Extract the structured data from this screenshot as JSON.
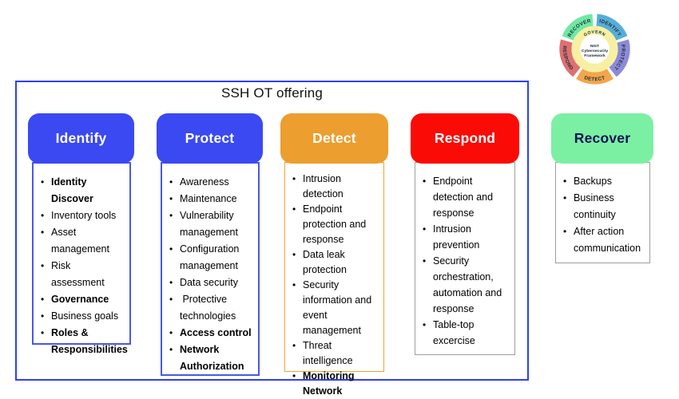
{
  "title": "SSH OT offering",
  "colors": {
    "frame_border": "#2E3FF1",
    "identify_protect_pill": "#3B49F2",
    "detect_pill": "#EC9E2F",
    "respond_pill": "#FA0B06",
    "recover_pill": "#7BF0A3",
    "recover_pill_text": "#13135B",
    "blue_box_border": "#4A58E8",
    "orange_box_border": "#EFA33B",
    "gray_box_border": "#9E9E9E"
  },
  "columns": [
    {
      "header": "Identify",
      "items": [
        {
          "text": "Identity Discover",
          "bold": true
        },
        {
          "text": "Inventory tools",
          "bold": false
        },
        {
          "text": "Asset management",
          "bold": false
        },
        {
          "text": "Risk assessment",
          "bold": false
        },
        {
          "text": "Governance",
          "bold": true
        },
        {
          "text": "Business goals",
          "bold": false
        },
        {
          "text": "Roles & Responsibilities",
          "bold": true
        }
      ]
    },
    {
      "header": "Protect",
      "items": [
        {
          "text": "Awareness",
          "bold": false
        },
        {
          "text": "Maintenance",
          "bold": false
        },
        {
          "text": "Vulnerability management",
          "bold": false
        },
        {
          "text": "Configuration management",
          "bold": false
        },
        {
          "text": "Data security",
          "bold": false
        },
        {
          "text": " Protective technologies",
          "bold": false
        },
        {
          "text": "Access control",
          "bold": true
        },
        {
          "text": "Network Authorization",
          "bold": true
        }
      ]
    },
    {
      "header": "Detect",
      "items": [
        {
          "text": "Intrusion detection",
          "bold": false
        },
        {
          "text": "Endpoint protection and response",
          "bold": false
        },
        {
          "text": "Data leak protection",
          "bold": false
        },
        {
          "text": "Security information and event management",
          "bold": false
        },
        {
          "text": "Threat intelligence",
          "bold": false
        },
        {
          "text": "Monitoring Network",
          "bold": true
        }
      ]
    },
    {
      "header": "Respond",
      "items": [
        {
          "text": "Endpoint detection and response",
          "bold": false
        },
        {
          "text": "Intrusion prevention",
          "bold": false
        },
        {
          "text": "Security orchestration, automation and response",
          "bold": false
        },
        {
          "text": "Table-top excercise",
          "bold": false
        }
      ]
    },
    {
      "header": "Recover",
      "items": [
        {
          "text": "Backups",
          "bold": false
        },
        {
          "text": "Business continuity",
          "bold": false
        },
        {
          "text": "After action communication",
          "bold": false
        }
      ]
    }
  ],
  "wheel": {
    "segments": {
      "identify": {
        "label": "IDENTIFY",
        "color": "#56ADD8"
      },
      "protect": {
        "label": "PROTECT",
        "color": "#8C8AD9"
      },
      "detect": {
        "label": "DETECT",
        "color": "#F2A64A"
      },
      "respond": {
        "label": "RESPOND",
        "color": "#DE7070"
      },
      "recover": {
        "label": "RECOVER",
        "color": "#6FE8A3"
      }
    },
    "govern": {
      "label": "GOVERN",
      "color": "#F7F0A3"
    },
    "center": {
      "line1": "NIST",
      "line2": "Cybersecurity",
      "line3": "Framework"
    }
  }
}
